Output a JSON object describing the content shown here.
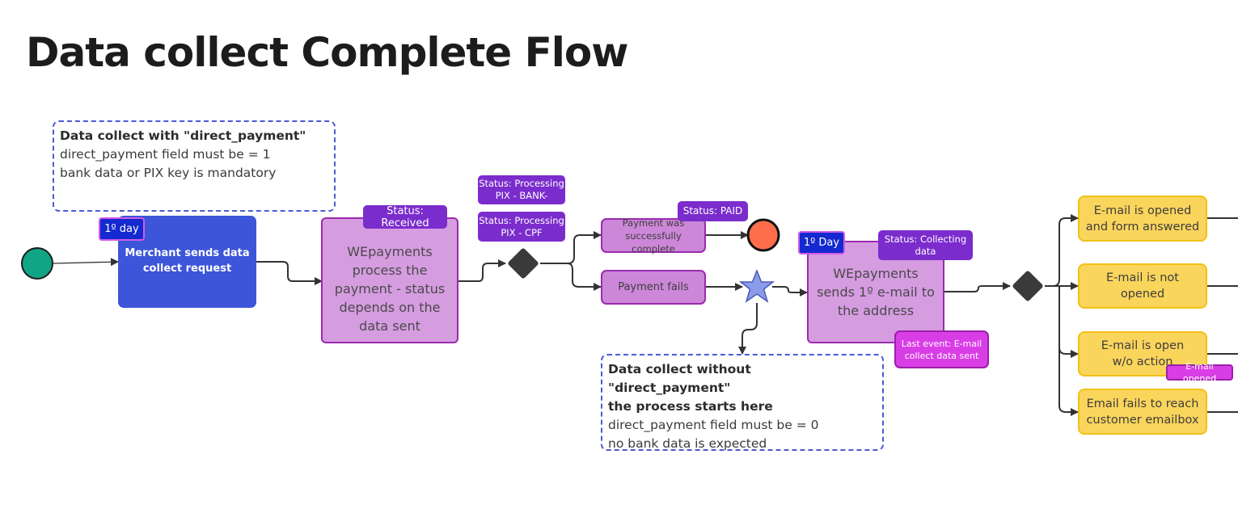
{
  "title": "Data collect Complete Flow",
  "notes": {
    "direct_payment": {
      "heading": "Data collect with \"direct_payment\"",
      "lines": [
        "direct_payment field must be = 1",
        "bank data or PIX key is mandatory"
      ]
    },
    "without_direct_payment": {
      "heading_lines": [
        "Data collect without \"direct_payment\"",
        "the process starts here"
      ],
      "lines": [
        "direct_payment field must be = 0",
        "no bank data is expected"
      ]
    }
  },
  "nodes": {
    "start": {
      "shape": "circle",
      "color": "#12a585"
    },
    "merchant_request": {
      "label": "Merchant sends data collect request",
      "day_tag": "1º day"
    },
    "process_payment": {
      "label": "WEpayments process the payment - status depends on the data sent",
      "status_tag": "Status: Received"
    },
    "processing_tags": [
      "Status: Processing PIX - BANK-",
      "Status: Processing PIX - CPF"
    ],
    "payment_success": {
      "label": "Payment was successfully complete",
      "status_tag": "Status: PAID"
    },
    "end": {
      "shape": "circle",
      "color": "#ff6d4a"
    },
    "payment_fails": {
      "label": "Payment fails"
    },
    "star_event": {
      "shape": "star",
      "color": "#8b9bea"
    },
    "send_email": {
      "label": "WEpayments sends 1º e-mail to the address",
      "day_tag": "1º Day",
      "status_tag": "Status: Collecting data",
      "last_event_tag": "Last event: E-mail collect data sent"
    },
    "email_outcomes": [
      {
        "label": "E-mail is opened and form answered"
      },
      {
        "label": "E-mail is not opened"
      },
      {
        "label": "E-mail is open w/o action",
        "tag": "E-mail opened"
      },
      {
        "label": "Email fails to reach customer emailbox"
      }
    ]
  },
  "colors": {
    "merchant_blue": "#3d55d8",
    "process_lilac": "#d69ce0",
    "status_purple": "#7b2ccc",
    "day_blue": "#1429cf",
    "event_pink": "#d93ee6",
    "outcome_yellow": "#fad55c",
    "gateway": "#3a3a3a",
    "note_border": "#4a5ad6"
  }
}
